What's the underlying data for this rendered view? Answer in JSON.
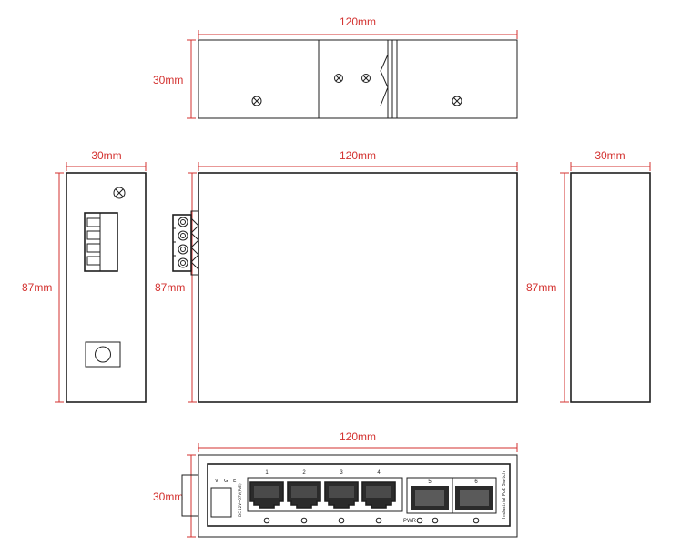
{
  "dimensions": {
    "top_width": "120mm",
    "top_height": "30mm",
    "left_width": "30mm",
    "left_height": "87mm",
    "front_width": "120mm",
    "front_height": "87mm",
    "right_width": "30mm",
    "right_height": "87mm",
    "bottom_width": "120mm",
    "bottom_height": "30mm"
  },
  "panel": {
    "terminal_labels": [
      "V",
      "G",
      "E"
    ],
    "voltage_note": "DC 12V~57V(PoE)",
    "port_numbers": [
      "1",
      "2",
      "3",
      "4",
      "5",
      "6"
    ],
    "pwr_label": "PWR",
    "product_label": "Industrial PoE Switch"
  },
  "colors": {
    "dimension": "#d3312f",
    "outline": "#1f1f1f"
  }
}
